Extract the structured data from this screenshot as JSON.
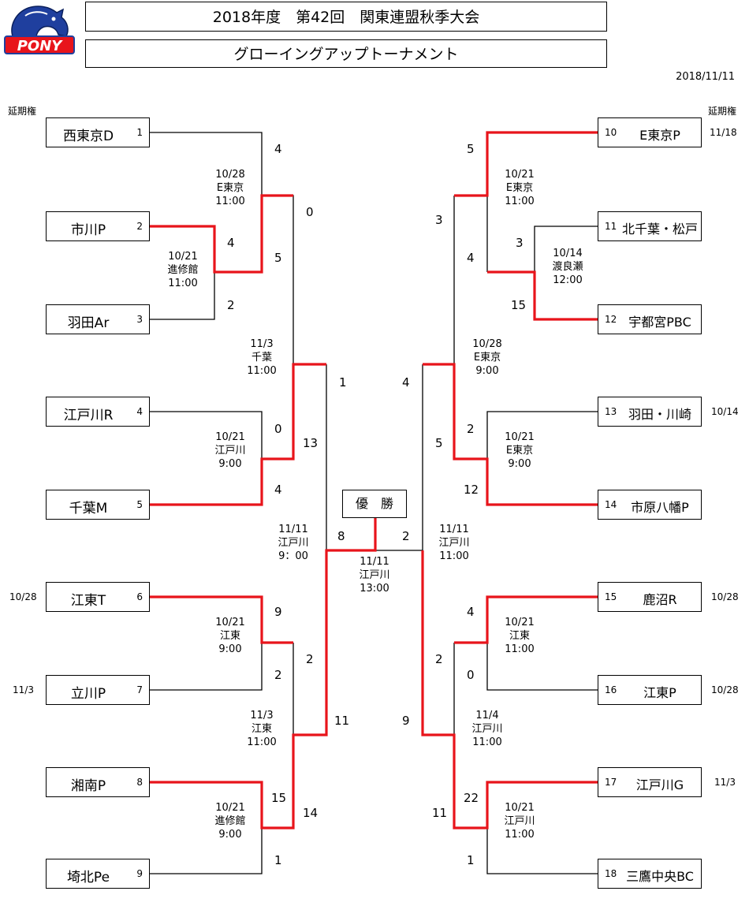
{
  "header": {
    "title": "2018年度　第42回　関東連盟秋季大会",
    "subtitle": "グローイングアップトーナメント",
    "date": "2018/11/11",
    "logo_text": "PONY"
  },
  "labels": {
    "enki": "延期権",
    "champion": "優　勝"
  },
  "colors": {
    "win": "#e8141b",
    "line": "#000000",
    "logo_blue": "#1f3f9e"
  },
  "teams": [
    {
      "seed": "1",
      "name": "西東京D",
      "post": ""
    },
    {
      "seed": "2",
      "name": "市川P",
      "post": ""
    },
    {
      "seed": "3",
      "name": "羽田Ar",
      "post": ""
    },
    {
      "seed": "4",
      "name": "江戸川R",
      "post": ""
    },
    {
      "seed": "5",
      "name": "千葉M",
      "post": ""
    },
    {
      "seed": "6",
      "name": "江東T",
      "post": "10/28"
    },
    {
      "seed": "7",
      "name": "立川P",
      "post": "11/3"
    },
    {
      "seed": "8",
      "name": "湘南P",
      "post": ""
    },
    {
      "seed": "9",
      "name": "埼北Pe",
      "post": ""
    },
    {
      "seed": "10",
      "name": "E東京P",
      "post": "11/18"
    },
    {
      "seed": "11",
      "name": "北千葉・松戸",
      "post": ""
    },
    {
      "seed": "12",
      "name": "宇都宮PBC",
      "post": ""
    },
    {
      "seed": "13",
      "name": "羽田・川崎",
      "post": "10/14"
    },
    {
      "seed": "14",
      "name": "市原八幡P",
      "post": ""
    },
    {
      "seed": "15",
      "name": "鹿沼R",
      "post": "10/28"
    },
    {
      "seed": "16",
      "name": "江東P",
      "post": "10/28"
    },
    {
      "seed": "17",
      "name": "江戸川G",
      "post": "11/3"
    },
    {
      "seed": "18",
      "name": "三鷹中央BC",
      "post": ""
    }
  ],
  "games": [
    {
      "date": "10/21",
      "venue": "進修館",
      "time": "11:00"
    },
    {
      "date": "10/28",
      "venue": "E東京",
      "time": "11:00"
    },
    {
      "date": "10/21",
      "venue": "江戸川",
      "time": "9:00"
    },
    {
      "date": "11/3",
      "venue": "千葉",
      "time": "11:00"
    },
    {
      "date": "10/21",
      "venue": "江東",
      "time": "9:00"
    },
    {
      "date": "10/21",
      "venue": "進修館",
      "time": "9:00"
    },
    {
      "date": "11/3",
      "venue": "江東",
      "time": "11:00"
    },
    {
      "date": "11/11",
      "venue": "江戸川",
      "time": "9：00"
    },
    {
      "date": "11/11",
      "venue": "江戸川",
      "time": "13:00"
    },
    {
      "date": "11/11",
      "venue": "江戸川",
      "time": "11:00"
    },
    {
      "date": "10/14",
      "venue": "渡良瀬",
      "time": "12:00"
    },
    {
      "date": "10/21",
      "venue": "E東京",
      "time": "11:00"
    },
    {
      "date": "10/21",
      "venue": "E東京",
      "time": "9:00"
    },
    {
      "date": "10/28",
      "venue": "E東京",
      "time": "9:00"
    },
    {
      "date": "10/21",
      "venue": "江東",
      "time": "11:00"
    },
    {
      "date": "10/21",
      "venue": "江戸川",
      "time": "11:00"
    },
    {
      "date": "11/4",
      "venue": "江戸川",
      "time": "11:00"
    }
  ],
  "scores": [
    "4",
    "4",
    "2",
    "0",
    "5",
    "0",
    "4",
    "13",
    "1",
    "9",
    "2",
    "2",
    "15",
    "1",
    "14",
    "11",
    "8",
    "2",
    "5",
    "3",
    "4",
    "15",
    "3",
    "2",
    "12",
    "5",
    "4",
    "4",
    "0",
    "22",
    "1",
    "2",
    "11",
    "9"
  ]
}
